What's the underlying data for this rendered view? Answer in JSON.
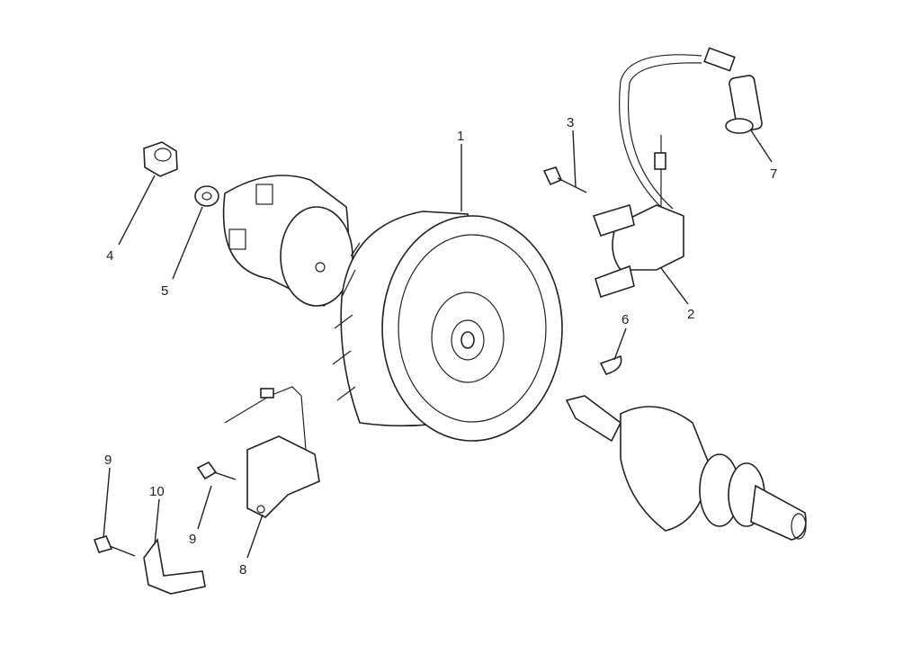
{
  "diagram": {
    "type": "exploded-parts",
    "callouts": [
      {
        "id": "1",
        "label": "1",
        "part": "flywheel"
      },
      {
        "id": "2",
        "label": "2",
        "part": "ignition-coil"
      },
      {
        "id": "3",
        "label": "3",
        "part": "coil-bolt"
      },
      {
        "id": "4",
        "label": "4",
        "part": "flywheel-nut"
      },
      {
        "id": "5",
        "label": "5",
        "part": "washer"
      },
      {
        "id": "6",
        "label": "6",
        "part": "woodruff-key"
      },
      {
        "id": "7",
        "label": "7",
        "part": "spark-plug-cap"
      },
      {
        "id": "8",
        "label": "8",
        "part": "pulser-coil"
      },
      {
        "id": "9a",
        "label": "9",
        "part": "bolt"
      },
      {
        "id": "9b",
        "label": "9",
        "part": "bolt"
      },
      {
        "id": "10",
        "label": "10",
        "part": "bracket"
      }
    ]
  }
}
